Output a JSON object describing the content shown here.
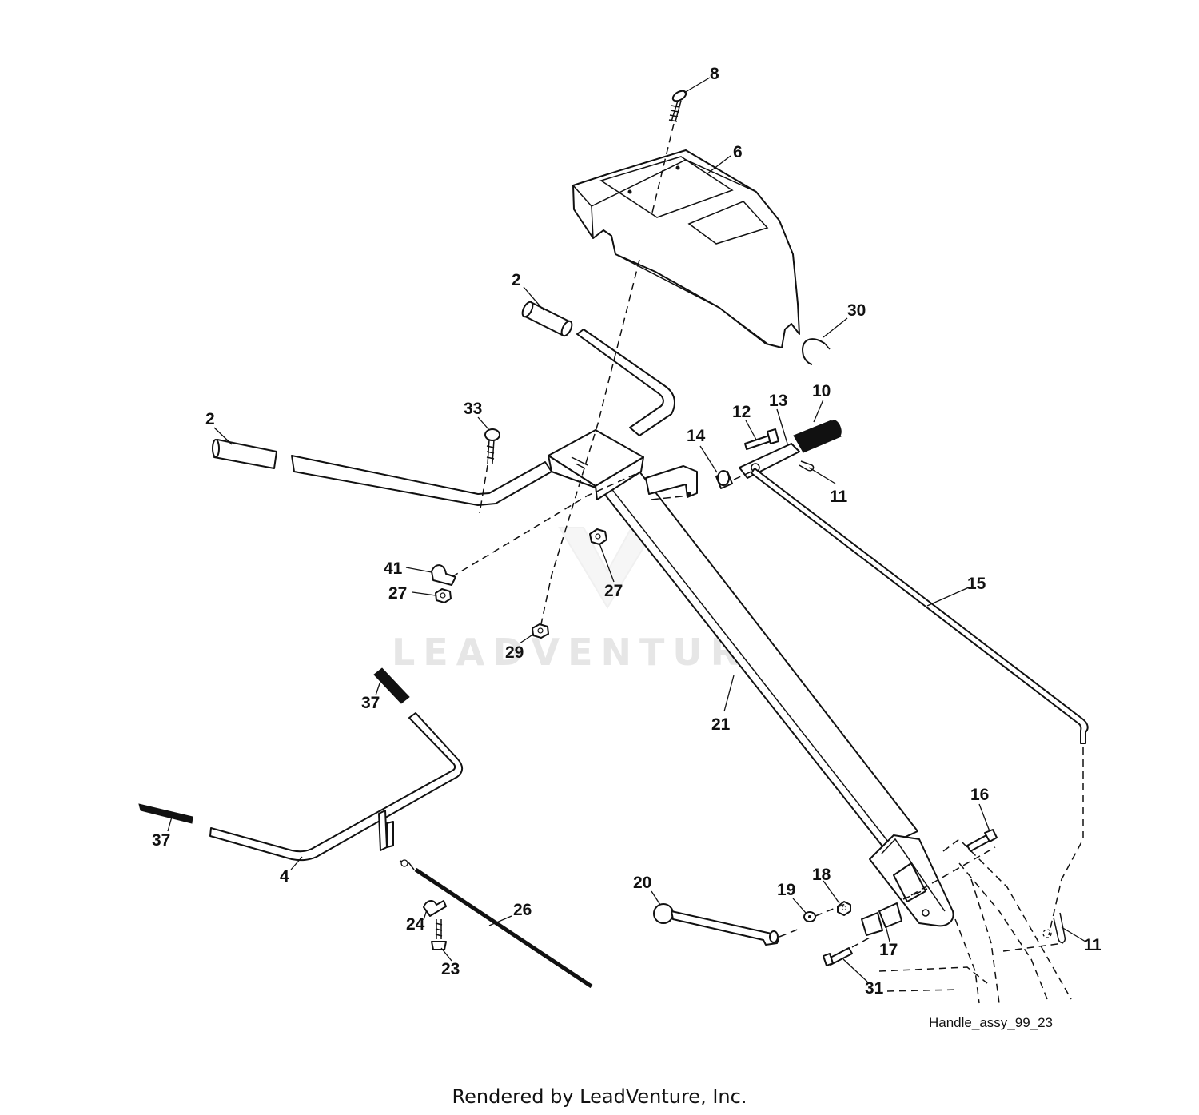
{
  "diagram": {
    "drawing_id": "Handle_assy_99_23",
    "watermark": "LEADVENTURE",
    "footer": "Rendered by LeadVenture, Inc.",
    "callouts": {
      "c8": "8",
      "c6": "6",
      "c2a": "2",
      "c30": "30",
      "c2b": "2",
      "c33": "33",
      "c12": "12",
      "c13": "13",
      "c10": "10",
      "c14": "14",
      "c11a": "11",
      "c41": "41",
      "c27a": "27",
      "c27b": "27",
      "c15": "15",
      "c29": "29",
      "c37a": "37",
      "c21": "21",
      "c37b": "37",
      "c4": "4",
      "c16": "16",
      "c20": "20",
      "c19": "19",
      "c18": "18",
      "c26": "26",
      "c24": "24",
      "c23": "23",
      "c17": "17",
      "c11b": "11",
      "c31": "31"
    }
  }
}
